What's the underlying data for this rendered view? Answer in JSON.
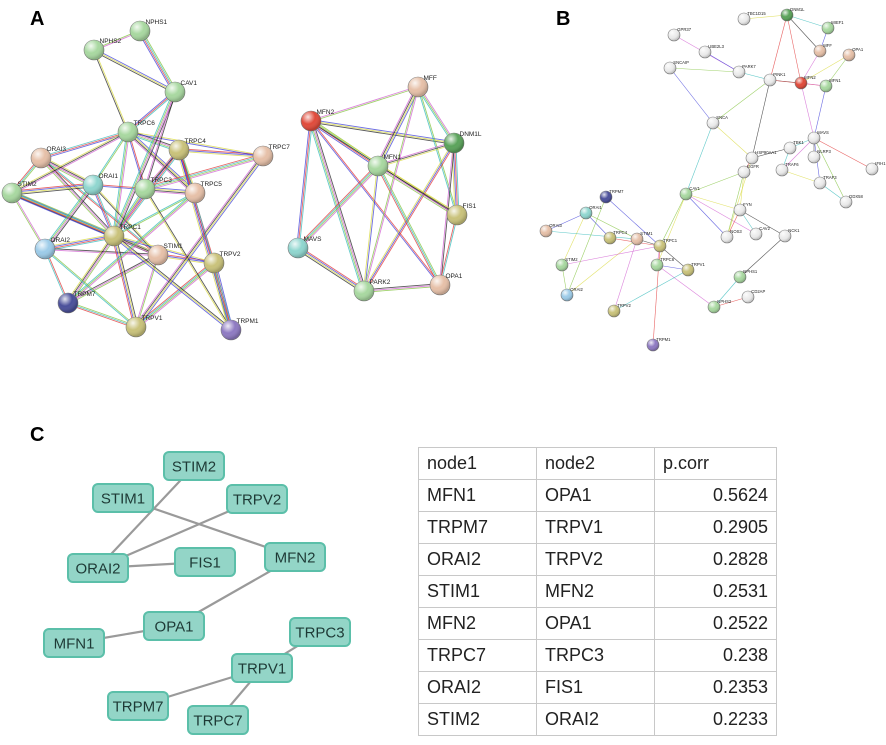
{
  "panels": {
    "a": "A",
    "b": "B",
    "c": "C"
  },
  "palette": {
    "node_green": "#a8d8a0",
    "node_tan": "#e6c0a8",
    "node_red": "#e04a3a",
    "node_teal": "#8fd6cf",
    "node_blue": "#9ccbe8",
    "node_navy": "#4a4f9a",
    "node_olive": "#c9c27a",
    "node_purple": "#8e7ac2",
    "node_white": "#ececec",
    "node_darkgreen": "#5aa35a",
    "c_node_fill": "#93d5c7",
    "c_node_border": "#5bbfa9",
    "c_edge": "#9a9a9a"
  },
  "network_a1": {
    "nodes": [
      {
        "id": "NPHS1",
        "label": "NPHS1",
        "color": "node_green"
      },
      {
        "id": "NPHS2",
        "label": "NPHS2",
        "color": "node_green"
      },
      {
        "id": "CAV1",
        "label": "CAV1",
        "color": "node_green"
      },
      {
        "id": "ORAI3",
        "label": "ORAI3",
        "color": "node_tan"
      },
      {
        "id": "TRPC6",
        "label": "TRPC6",
        "color": "node_green"
      },
      {
        "id": "TRPC4",
        "label": "TRPC4",
        "color": "node_olive"
      },
      {
        "id": "TRPC7",
        "label": "TRPC7",
        "color": "node_tan"
      },
      {
        "id": "STIM2",
        "label": "STIM2",
        "color": "node_green"
      },
      {
        "id": "ORAI1",
        "label": "ORAI1",
        "color": "node_teal"
      },
      {
        "id": "TRPC3",
        "label": "TRPC3",
        "color": "node_green"
      },
      {
        "id": "TRPC5",
        "label": "TRPC5",
        "color": "node_tan"
      },
      {
        "id": "TRPC1",
        "label": "TRPC1",
        "color": "node_olive"
      },
      {
        "id": "ORAI2",
        "label": "ORAI2",
        "color": "node_blue"
      },
      {
        "id": "STIM1",
        "label": "STIM1",
        "color": "node_tan"
      },
      {
        "id": "TRPV2",
        "label": "TRPV2",
        "color": "node_olive"
      },
      {
        "id": "TRPM7",
        "label": "TRPM7",
        "color": "node_navy"
      },
      {
        "id": "TRPV1",
        "label": "TRPV1",
        "color": "node_olive"
      },
      {
        "id": "TRPM1",
        "label": "TRPM1",
        "color": "node_purple"
      }
    ],
    "edges": [
      [
        "NPHS1",
        "NPHS2"
      ],
      [
        "NPHS2",
        "CAV1"
      ],
      [
        "NPHS1",
        "CAV1"
      ],
      [
        "NPHS2",
        "TRPC6"
      ],
      [
        "CAV1",
        "TRPC6"
      ],
      [
        "TRPC6",
        "TRPC4"
      ],
      [
        "TRPC6",
        "TRPC3"
      ],
      [
        "TRPC6",
        "TRPC1"
      ],
      [
        "TRPC6",
        "TRPC5"
      ],
      [
        "TRPC6",
        "ORAI1"
      ],
      [
        "TRPC4",
        "TRPC5"
      ],
      [
        "TRPC4",
        "TRPC1"
      ],
      [
        "TRPC4",
        "TRPC3"
      ],
      [
        "TRPC4",
        "TRPC7"
      ],
      [
        "TRPC7",
        "TRPC3"
      ],
      [
        "TRPC7",
        "TRPC6"
      ],
      [
        "ORAI3",
        "STIM2"
      ],
      [
        "ORAI3",
        "ORAI1"
      ],
      [
        "ORAI3",
        "STIM1"
      ],
      [
        "ORAI3",
        "TRPC1"
      ],
      [
        "STIM2",
        "ORAI1"
      ],
      [
        "STIM2",
        "ORAI2"
      ],
      [
        "STIM2",
        "STIM1"
      ],
      [
        "STIM2",
        "TRPC1"
      ],
      [
        "ORAI1",
        "STIM1"
      ],
      [
        "ORAI1",
        "TRPC1"
      ],
      [
        "ORAI1",
        "ORAI2"
      ],
      [
        "ORAI1",
        "TRPC3"
      ],
      [
        "TRPC3",
        "TRPC1"
      ],
      [
        "TRPC3",
        "TRPC5"
      ],
      [
        "TRPC5",
        "TRPC1"
      ],
      [
        "TRPC1",
        "STIM1"
      ],
      [
        "TRPC1",
        "ORAI2"
      ],
      [
        "ORAI2",
        "STIM1"
      ],
      [
        "STIM1",
        "TRPV2"
      ],
      [
        "TRPV2",
        "TRPV1"
      ],
      [
        "TRPV2",
        "TRPC1"
      ],
      [
        "TRPM7",
        "TRPV1"
      ],
      [
        "TRPM7",
        "TRPC1"
      ],
      [
        "TRPM7",
        "ORAI2"
      ],
      [
        "TRPM7",
        "STIM1"
      ],
      [
        "TRPV1",
        "TRPC1"
      ],
      [
        "TRPV1",
        "STIM1"
      ],
      [
        "TRPM1",
        "TRPC1"
      ],
      [
        "TRPM1",
        "TRPV2"
      ],
      [
        "TRPM1",
        "TRPC3"
      ],
      [
        "ORAI3",
        "TRPC6"
      ],
      [
        "CAV1",
        "TRPC1"
      ],
      [
        "TRPC4",
        "TRPV2"
      ],
      [
        "TRPC5",
        "TRPM7"
      ],
      [
        "TRPC7",
        "TRPV1"
      ],
      [
        "ORAI2",
        "TRPV1"
      ],
      [
        "STIM2",
        "TRPC6"
      ],
      [
        "TRPC4",
        "TRPM1"
      ],
      [
        "CAV1",
        "TRPC3"
      ]
    ]
  },
  "network_a2": {
    "nodes": [
      {
        "id": "MFF",
        "label": "MFF",
        "color": "node_tan"
      },
      {
        "id": "MFN2",
        "label": "MFN2",
        "color": "node_red"
      },
      {
        "id": "DNM1L",
        "label": "DNM1L",
        "color": "node_darkgreen"
      },
      {
        "id": "MFN1",
        "label": "MFN1",
        "color": "node_green"
      },
      {
        "id": "FIS1",
        "label": "FIS1",
        "color": "node_olive"
      },
      {
        "id": "MAVS",
        "label": "MAVS",
        "color": "node_teal"
      },
      {
        "id": "PARK2",
        "label": "PARK2",
        "color": "node_green"
      },
      {
        "id": "OPA1",
        "label": "OPA1",
        "color": "node_tan"
      }
    ],
    "edges": [
      [
        "MFN2",
        "MFF"
      ],
      [
        "MFN2",
        "DNM1L"
      ],
      [
        "MFN2",
        "MFN1"
      ],
      [
        "MFN2",
        "FIS1"
      ],
      [
        "MFN2",
        "MAVS"
      ],
      [
        "MFN2",
        "PARK2"
      ],
      [
        "MFN2",
        "OPA1"
      ],
      [
        "MFF",
        "DNM1L"
      ],
      [
        "MFF",
        "MFN1"
      ],
      [
        "MFF",
        "FIS1"
      ],
      [
        "DNM1L",
        "MFN1"
      ],
      [
        "DNM1L",
        "FIS1"
      ],
      [
        "DNM1L",
        "OPA1"
      ],
      [
        "DNM1L",
        "PARK2"
      ],
      [
        "MFN1",
        "MAVS"
      ],
      [
        "MFN1",
        "PARK2"
      ],
      [
        "MFN1",
        "OPA1"
      ],
      [
        "MFN1",
        "FIS1"
      ],
      [
        "FIS1",
        "OPA1"
      ],
      [
        "PARK2",
        "OPA1"
      ],
      [
        "MAVS",
        "PARK2"
      ],
      [
        "MFF",
        "PARK2"
      ]
    ]
  },
  "network_b": {
    "nodes": [
      {
        "id": "b_GPR37",
        "label": "GPR37",
        "color": "node_white"
      },
      {
        "id": "b_UBE2L3",
        "label": "UBE2L3",
        "color": "node_white"
      },
      {
        "id": "b_TBC1D15",
        "label": "TBC1D15",
        "color": "node_white"
      },
      {
        "id": "b_DNM1L",
        "label": "DNM1L",
        "color": "node_darkgreen"
      },
      {
        "id": "b_MIEF1",
        "label": "MIEF1",
        "color": "node_green"
      },
      {
        "id": "b_MFF",
        "label": "MFF",
        "color": "node_tan"
      },
      {
        "id": "b_OPA1",
        "label": "OPA1",
        "color": "node_tan"
      },
      {
        "id": "b_SNCAIP",
        "label": "SNCAIP",
        "color": "node_white"
      },
      {
        "id": "b_PARK7",
        "label": "PARK7",
        "color": "node_white"
      },
      {
        "id": "b_PINK1",
        "label": "PINK1",
        "color": "node_white"
      },
      {
        "id": "b_MFN2",
        "label": "MFN2",
        "color": "node_red"
      },
      {
        "id": "b_MFN1",
        "label": "MFN1",
        "color": "node_green"
      },
      {
        "id": "b_SNCA",
        "label": "SNCA",
        "color": "node_white"
      },
      {
        "id": "b_TBK1",
        "label": "TBK1",
        "color": "node_white"
      },
      {
        "id": "b_MAVS",
        "label": "MAVS",
        "color": "node_white"
      },
      {
        "id": "b_NLRP3",
        "label": "NLRP3",
        "color": "node_white"
      },
      {
        "id": "b_IFIH1",
        "label": "IFIH1",
        "color": "node_white"
      },
      {
        "id": "b_HSP90AA1",
        "label": "HSP90AA1",
        "color": "node_white"
      },
      {
        "id": "b_TRAF6",
        "label": "TRAF6",
        "color": "node_white"
      },
      {
        "id": "b_TRAF3",
        "label": "TRAF3",
        "color": "node_white"
      },
      {
        "id": "b_DDX58",
        "label": "DDX58",
        "color": "node_white"
      },
      {
        "id": "b_TRPM7",
        "label": "TRPM7",
        "color": "node_navy"
      },
      {
        "id": "b_CAV1",
        "label": "CAV1",
        "color": "node_green"
      },
      {
        "id": "b_ORAI1",
        "label": "ORAI1",
        "color": "node_teal"
      },
      {
        "id": "b_ORAI3",
        "label": "ORAI3",
        "color": "node_tan"
      },
      {
        "id": "b_TRPC4",
        "label": "TRPC4",
        "color": "node_olive"
      },
      {
        "id": "b_STIM1",
        "label": "STIM1",
        "color": "node_tan"
      },
      {
        "id": "b_TRPC1",
        "label": "TRPC1",
        "color": "node_olive"
      },
      {
        "id": "b_TRPC6",
        "label": "TRPC6",
        "color": "node_green"
      },
      {
        "id": "b_TRPV1",
        "label": "TRPV1",
        "color": "node_olive"
      },
      {
        "id": "b_NOS3",
        "label": "NOS3",
        "color": "node_white"
      },
      {
        "id": "b_CAV2",
        "label": "CAV2",
        "color": "node_white"
      },
      {
        "id": "b_NCK1",
        "label": "NCK1",
        "color": "node_white"
      },
      {
        "id": "b_NPHS1",
        "label": "NPHS1",
        "color": "node_green"
      },
      {
        "id": "b_NPHS2",
        "label": "NPHS2",
        "color": "node_green"
      },
      {
        "id": "b_CD2AP",
        "label": "CD2AP",
        "color": "node_white"
      },
      {
        "id": "b_STIM2",
        "label": "STIM2",
        "color": "node_green"
      },
      {
        "id": "b_ORAI2",
        "label": "ORAI2",
        "color": "node_blue"
      },
      {
        "id": "b_TRPV2",
        "label": "TRPV2",
        "color": "node_olive"
      },
      {
        "id": "b_TRPM1",
        "label": "TRPM1",
        "color": "node_purple"
      },
      {
        "id": "b_EGFR",
        "label": "EGFR",
        "color": "node_white"
      },
      {
        "id": "b_FYN",
        "label": "FYN",
        "color": "node_white"
      }
    ],
    "edges": [
      [
        "b_GPR37",
        "b_PARK7"
      ],
      [
        "b_UBE2L3",
        "b_PARK7"
      ],
      [
        "b_SNCAIP",
        "b_PARK7"
      ],
      [
        "b_TBC1D15",
        "b_DNM1L"
      ],
      [
        "b_DNM1L",
        "b_MIEF1"
      ],
      [
        "b_DNM1L",
        "b_MFF"
      ],
      [
        "b_DNM1L",
        "b_MFN2"
      ],
      [
        "b_MFF",
        "b_MFN2"
      ],
      [
        "b_MIEF1",
        "b_MFF"
      ],
      [
        "b_OPA1",
        "b_MFN1"
      ],
      [
        "b_OPA1",
        "b_MFN2"
      ],
      [
        "b_PARK7",
        "b_PINK1"
      ],
      [
        "b_PINK1",
        "b_MFN2"
      ],
      [
        "b_PINK1",
        "b_MFN1"
      ],
      [
        "b_MFN2",
        "b_MFN1"
      ],
      [
        "b_SNCAIP",
        "b_SNCA"
      ],
      [
        "b_SNCA",
        "b_PINK1"
      ],
      [
        "b_SNCA",
        "b_HSP90AA1"
      ],
      [
        "b_TBK1",
        "b_MAVS"
      ],
      [
        "b_MAVS",
        "b_NLRP3"
      ],
      [
        "b_MAVS",
        "b_IFIH1"
      ],
      [
        "b_MAVS",
        "b_TRAF6"
      ],
      [
        "b_MAVS",
        "b_TRAF3"
      ],
      [
        "b_MAVS",
        "b_DDX58"
      ],
      [
        "b_TRAF6",
        "b_TRAF3"
      ],
      [
        "b_TRAF3",
        "b_DDX58"
      ],
      [
        "b_HSP90AA1",
        "b_TBK1"
      ],
      [
        "b_HSP90AA1",
        "b_EGFR"
      ],
      [
        "b_MFN2",
        "b_MAVS"
      ],
      [
        "b_MFN1",
        "b_MAVS"
      ],
      [
        "b_EGFR",
        "b_CAV1"
      ],
      [
        "b_EGFR",
        "b_FYN"
      ],
      [
        "b_FYN",
        "b_CAV2"
      ],
      [
        "b_FYN",
        "b_NCK1"
      ],
      [
        "b_FYN",
        "b_NOS3"
      ],
      [
        "b_CAV1",
        "b_CAV2"
      ],
      [
        "b_CAV1",
        "b_NOS3"
      ],
      [
        "b_CAV1",
        "b_TRPC1"
      ],
      [
        "b_CAV1",
        "b_TRPC6"
      ],
      [
        "b_NPHS1",
        "b_NPHS2"
      ],
      [
        "b_NPHS1",
        "b_NCK1"
      ],
      [
        "b_NPHS2",
        "b_CD2AP"
      ],
      [
        "b_NPHS2",
        "b_TRPC6"
      ],
      [
        "b_TRPM7",
        "b_TRPC1"
      ],
      [
        "b_ORAI1",
        "b_STIM1"
      ],
      [
        "b_ORAI1",
        "b_STIM2"
      ],
      [
        "b_ORAI3",
        "b_STIM1"
      ],
      [
        "b_STIM1",
        "b_TRPC1"
      ],
      [
        "b_TRPC1",
        "b_TRPC4"
      ],
      [
        "b_TRPC1",
        "b_TRPC6"
      ],
      [
        "b_TRPC4",
        "b_ORAI1"
      ],
      [
        "b_STIM2",
        "b_ORAI2"
      ],
      [
        "b_ORAI2",
        "b_STIM1"
      ],
      [
        "b_TRPV2",
        "b_TRPV1"
      ],
      [
        "b_TRPV1",
        "b_TRPC1"
      ],
      [
        "b_TRPM1",
        "b_TRPC1"
      ],
      [
        "b_TRPV2",
        "b_STIM1"
      ],
      [
        "b_TRPC6",
        "b_TRPV1"
      ],
      [
        "b_EGFR",
        "b_NOS3"
      ],
      [
        "b_HSP90AA1",
        "b_NOS3"
      ],
      [
        "b_TRAF6",
        "b_TBK1"
      ],
      [
        "b_PINK1",
        "b_HSP90AA1"
      ],
      [
        "b_DNM1L",
        "b_PINK1"
      ],
      [
        "b_STIM2",
        "b_TRPC1"
      ],
      [
        "b_ORAI3",
        "b_ORAI1"
      ],
      [
        "b_TRPM7",
        "b_ORAI2"
      ],
      [
        "b_CAV1",
        "b_FYN"
      ],
      [
        "b_SNCA",
        "b_CAV1"
      ]
    ]
  },
  "network_c": {
    "nodes": [
      {
        "id": "c_STIM2",
        "label": "STIM2"
      },
      {
        "id": "c_STIM1",
        "label": "STIM1"
      },
      {
        "id": "c_TRPV2",
        "label": "TRPV2"
      },
      {
        "id": "c_ORAI2",
        "label": "ORAI2"
      },
      {
        "id": "c_FIS1",
        "label": "FIS1"
      },
      {
        "id": "c_MFN2",
        "label": "MFN2"
      },
      {
        "id": "c_OPA1",
        "label": "OPA1"
      },
      {
        "id": "c_MFN1",
        "label": "MFN1"
      },
      {
        "id": "c_TRPC3",
        "label": "TRPC3"
      },
      {
        "id": "c_TRPV1",
        "label": "TRPV1"
      },
      {
        "id": "c_TRPM7",
        "label": "TRPM7"
      },
      {
        "id": "c_TRPC7",
        "label": "TRPC7"
      }
    ],
    "edges": [
      [
        "c_STIM2",
        "c_ORAI2"
      ],
      [
        "c_STIM1",
        "c_MFN2"
      ],
      [
        "c_TRPV2",
        "c_ORAI2"
      ],
      [
        "c_ORAI2",
        "c_FIS1"
      ],
      [
        "c_MFN2",
        "c_OPA1"
      ],
      [
        "c_OPA1",
        "c_MFN1"
      ],
      [
        "c_TRPC3",
        "c_TRPV1"
      ],
      [
        "c_TRPV1",
        "c_TRPM7"
      ],
      [
        "c_TRPV1",
        "c_TRPC7"
      ]
    ]
  },
  "table_c": {
    "headers": [
      "node1",
      "node2",
      "p.corr"
    ],
    "rows": [
      [
        "MFN1",
        "OPA1",
        "0.5624"
      ],
      [
        "TRPM7",
        "TRPV1",
        "0.2905"
      ],
      [
        "ORAI2",
        "TRPV2",
        "0.2828"
      ],
      [
        "STIM1",
        "MFN2",
        "0.2531"
      ],
      [
        "MFN2",
        "OPA1",
        "0.2522"
      ],
      [
        "TRPC7",
        "TRPC3",
        "0.238"
      ],
      [
        "ORAI2",
        "FIS1",
        "0.2353"
      ],
      [
        "STIM2",
        "ORAI2",
        "0.2233"
      ]
    ]
  }
}
